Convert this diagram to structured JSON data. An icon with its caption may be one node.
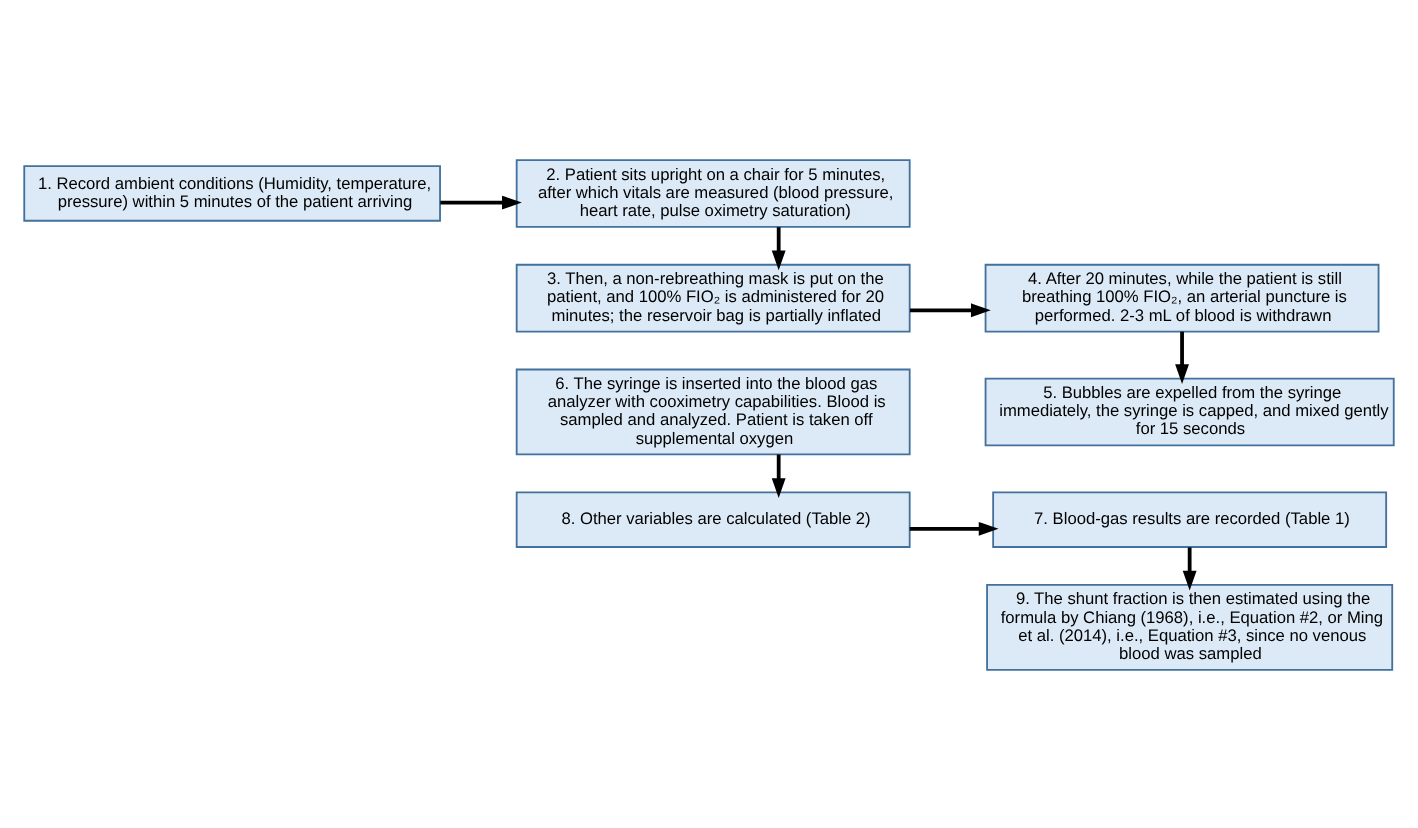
{
  "diagram": {
    "nodes": [
      {
        "text": [
          "1. Record ambient conditions (Humidity, temperature, pressure) within 5 minutes of the patient arriving"
        ]
      },
      {
        "text": [
          "2. Patient sits upright on a chair for 5 minutes, after which vitals are measured (blood pressure, heart rate, pulse oximetry saturation)"
        ]
      },
      {
        "text": [
          "3. Then, a non-rebreathing mask is put on the patient, and 100% FIO₂ is administered for 20 minutes; the reservoir bag is partially inflated"
        ]
      },
      {
        "text": [
          "4. After 20 minutes, while the patient is still breathing 100% FIO₂, an arterial puncture is performed. 2-3 mL of blood is withdrawn"
        ]
      },
      {
        "text": [
          "5. Bubbles are expelled from the syringe immediately, the syringe is capped, and mixed gently for 15 seconds"
        ]
      },
      {
        "text": [
          "6. The syringe is inserted into the blood gas analyzer with cooximetry capabilities. Blood is sampled and analyzed. Patient is taken off supplemental oxygen"
        ]
      },
      {
        "text": [
          "7. Blood-gas results are recorded (Table 1)"
        ]
      },
      {
        "text": [
          "8. Other variables are calculated (Table 2)"
        ]
      },
      {
        "text": [
          "9. The shunt fraction is then estimated using the formula by Chiang (1968), i.e., Equation #2, or Ming et al. (2014), i.e., Equation #3, since no venous blood was sampled"
        ]
      }
    ],
    "edges": [
      {
        "from": 0,
        "to": 1,
        "arrow": "to"
      },
      {
        "from": 1,
        "to": 2,
        "arrow": "to"
      },
      {
        "from": 2,
        "to": 3,
        "arrow": "to"
      },
      {
        "from": 3,
        "to": 4,
        "arrow": "to"
      },
      {
        "from": 5,
        "to": 7,
        "arrow": "to"
      },
      {
        "from": 7,
        "to": 6,
        "arrow": "to"
      },
      {
        "from": 6,
        "to": 8,
        "arrow": "to"
      }
    ]
  }
}
